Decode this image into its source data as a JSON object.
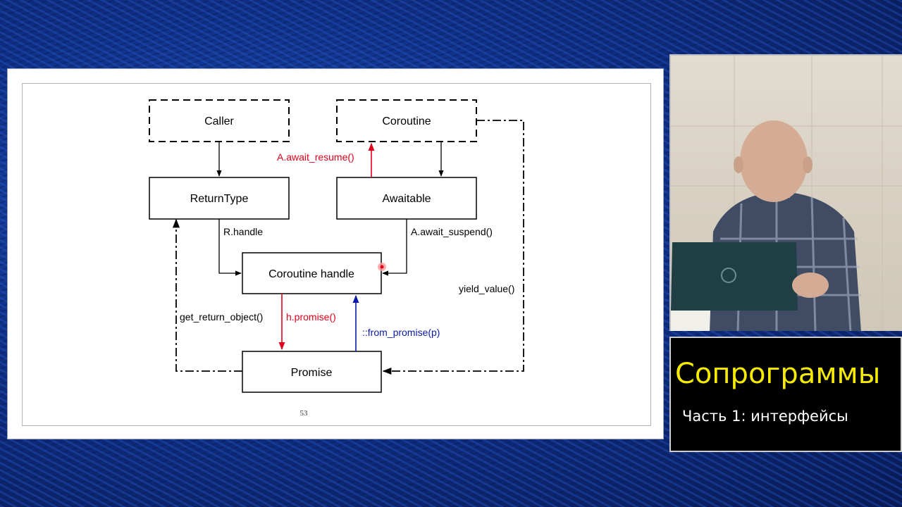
{
  "slide": {
    "page_number": "53",
    "nodes": {
      "caller": "Caller",
      "coroutine": "Coroutine",
      "return_type": "ReturnType",
      "awaitable": "Awaitable",
      "coroutine_handle": "Coroutine handle",
      "promise": "Promise"
    },
    "edges": {
      "await_resume": "A.await_resume()",
      "r_handle": "R.handle",
      "await_suspend": "A.await_suspend()",
      "yield_value": "yield_value()",
      "get_return_object": "get_return_object()",
      "h_promise": "h.promise()",
      "from_promise": "::from_promise(p)"
    },
    "colors": {
      "red_edge": "#e0001b",
      "blue_edge": "#0a1aa8",
      "black_edge": "#000000"
    }
  },
  "webcam": {
    "icons": [
      "presenter-video",
      "laptop-logo-icon"
    ]
  },
  "title_card": {
    "title": "Сопрограммы",
    "subtitle": "Часть 1: интерфейсы",
    "title_color": "#f5ea00"
  }
}
